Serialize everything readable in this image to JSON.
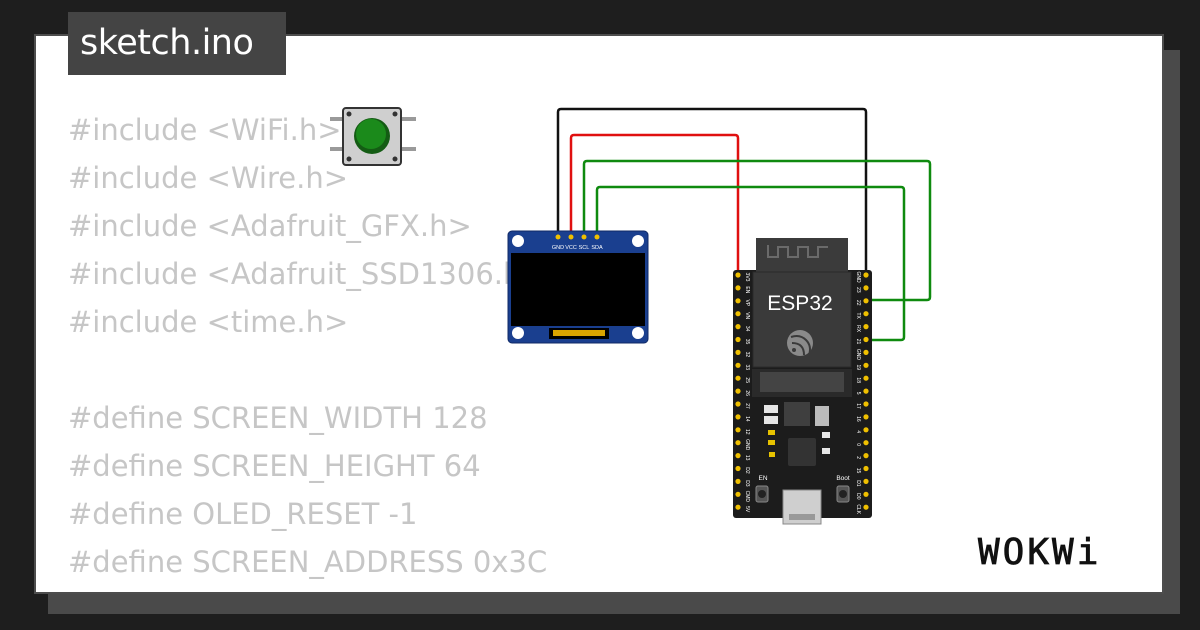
{
  "file_tab": {
    "label": "sketch.ino"
  },
  "code_lines": [
    "#include <WiFi.h>",
    "#include <Wire.h>",
    "#include <Adafruit_GFX.h>",
    "#include <Adafruit_SSD1306.h>",
    "#include <time.h>",
    "",
    "#define SCREEN_WIDTH 128",
    "#define SCREEN_HEIGHT 64",
    "#define OLED_RESET -1",
    "#define SCREEN_ADDRESS 0x3C"
  ],
  "oled": {
    "pins": [
      "GND",
      "VCC",
      "SCL",
      "SDA"
    ]
  },
  "esp32": {
    "label": "ESP32",
    "left_pins": [
      "3V3",
      "EN",
      "VP",
      "VN",
      "34",
      "35",
      "32",
      "33",
      "25",
      "26",
      "27",
      "14",
      "12",
      "GND",
      "13",
      "D2",
      "D3",
      "CMD",
      "5V"
    ],
    "right_pins": [
      "GND",
      "23",
      "22",
      "TX",
      "RX",
      "21",
      "GND",
      "19",
      "18",
      "5",
      "17",
      "16",
      "4",
      "0",
      "2",
      "15",
      "D1",
      "D0",
      "CLK"
    ],
    "button_en": "EN",
    "button_boot": "Boot"
  },
  "brand": {
    "logo_text": "WOKWi"
  },
  "colors": {
    "wire_gnd": "#111111",
    "wire_vcc": "#e01010",
    "wire_signal": "#0f8a0f",
    "pushbutton_cap": "#1b8a1b"
  }
}
